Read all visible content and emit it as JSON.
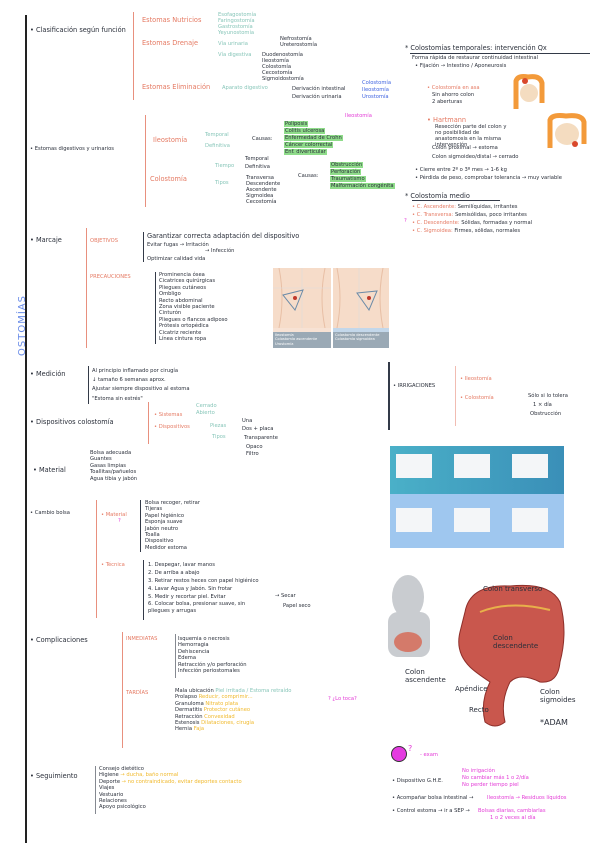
{
  "side_title": "OSTOMÍAS",
  "sections": {
    "clasificacion": {
      "title": "• Clasificación según función",
      "branches": [
        {
          "label": "Estomas Nutricios",
          "items": [
            "Esofagostomía",
            "Faringostomía",
            "Gastrostomía",
            "Yeyunostomía"
          ]
        },
        {
          "label": "Estomas Drenaje",
          "sub": [
            {
              "label": "Vía urinaria",
              "items": [
                "Nefrostomía",
                "Ureterostomía"
              ]
            },
            {
              "label": "Vía digestiva",
              "items": [
                "Duodenostomía",
                "Ileostomía",
                "Colostomía",
                "Cecostomía",
                "Sigmoidostomía"
              ]
            }
          ]
        },
        {
          "label": "Estomas Eliminación",
          "sub": [
            {
              "label": "Aparato digestivo",
              "items": [
                {
                  "label": "Derivación intestinal",
                  "items": [
                    "Colostomía",
                    "Ileostomía"
                  ]
                },
                {
                  "label": "Derivación urinaria",
                  "items": [
                    "Urostomía"
                  ]
                }
              ]
            }
          ]
        }
      ]
    },
    "estomas_tipos": {
      "title": "• Estomas digestivos y urinarios",
      "note": "Ileostomía",
      "ileostomia": {
        "label": "Ileostomía",
        "types": [
          "Temporal",
          "Definitiva"
        ],
        "causes_label": "Causas:",
        "causes": [
          "Poliposis",
          "Colitis ulcerosa",
          "Enfermedad de Crohn",
          "Cáncer colorrectal",
          "Enf. diverticular"
        ]
      },
      "colostomia": {
        "label": "Colostomía",
        "tiempo_label": "Tiempo",
        "tiempo": [
          "Temporal",
          "Definitiva"
        ],
        "tipos_label": "Tipos",
        "tipos": [
          "Transversa",
          "Descendente",
          "Ascendente",
          "Sigmoidea",
          "Cecostomía"
        ],
        "causes_label": "Causas:",
        "causes": [
          "Obstrucción",
          "Perforación",
          "Traumatismo",
          "Malformación congénita"
        ]
      }
    },
    "marcaje": {
      "title": "• Marcaje",
      "objetivos_label": "OBJETIVOS",
      "objetivos": [
        "Garantizar correcta adaptación del dispositivo",
        "Evitar fugas → Irritación",
        "→ Infección",
        "Optimizar calidad vida"
      ],
      "precauciones_label": "PRECAUCIONES",
      "precauciones": [
        "Prominencia ósea",
        "Cicatrices quirúrgicas",
        "Pliegues cutáneos",
        "Ombligo",
        "Recto abdominal",
        "Zona visible paciente",
        "Cinturón",
        "Pliegues o flancos adiposo",
        "Prótesis ortopédica",
        "Cicatriz reciente",
        "Línea cintura ropa"
      ],
      "figure_captions": [
        [
          "Ileostomía",
          "Colostomía ascendente",
          "Urostomía"
        ],
        [
          "Colostomía descendente",
          "Colostomía sigmoidea"
        ]
      ]
    },
    "medicion": {
      "title": "• Medición",
      "items": [
        "Al principio inflamado por cirugía",
        "↓ tamaño 6 semanas aprox.",
        "Ajustar siempre dispositivo al estoma",
        "\"Estoma sin estrés\""
      ]
    },
    "complicaciones_right": {
      "title": "• IRRIGACIONES",
      "items": [
        {
          "label": "• Ileostomía"
        },
        {
          "label": "• Colostomía",
          "sub": [
            "Sólo si lo tolera",
            "1 × día",
            "Obstrucción"
          ]
        }
      ]
    },
    "dispositivos": {
      "title": "• Dispositivos colostomía",
      "branches": [
        {
          "label": "• Sistemas",
          "items": [
            "Cerrado",
            "Abierto"
          ]
        },
        {
          "label": "• Dispositivos",
          "sub": [
            {
              "label": "Piezas",
              "items": [
                "Una",
                "Dos + placa"
              ]
            },
            {
              "label": "Tipos",
              "items": [
                "Transparente",
                "Opaco",
                "Filtro"
              ]
            }
          ]
        }
      ]
    },
    "material": {
      "title": "• Material",
      "items": [
        "Bolsa adecuada",
        "Guantes",
        "Gasas limpias",
        "Toallitas/pañuelos",
        "Agua tibia y jabón"
      ]
    },
    "cambio_bolsa": {
      "title": "• Cambio bolsa",
      "material_label": "• Material",
      "question_mark": "?",
      "material": [
        "Bolsa recoger, retirar",
        "Tijeras",
        "Papel higiénico",
        "Esponja suave",
        "Jabón neutro",
        "Toalla",
        "Dispositivo",
        "Medidor estoma"
      ],
      "tecnica_label": "• Técnica",
      "tecnica": [
        "1. Despegar, lavar manos",
        "2. De arriba a abajo",
        "3. Retirar restos heces con papel higiénico",
        "4. Lavar Agua y Jabón. Sin frotar",
        "5. Medir y recortar piel. Evitar",
        "6. Colocar bolsa, presionar suave, sin pliegues y arrugas"
      ],
      "tecnica_note": "→ Secar",
      "tecnica_note2": "Papel seco"
    },
    "complicaciones": {
      "title": "• Complicaciones",
      "inmediatas_label": "INMEDIATAS",
      "inmediatas": [
        "Isquemia o necrosis",
        "Hemorragia",
        "Dehiscencia",
        "Edema",
        "Retracción y/o perforación",
        "Infección periostomales"
      ],
      "tardias_label": "TARDÍAS",
      "tardias": [
        {
          "label": "Mala ubicación",
          "note": "Piel irritada / Estoma retraído"
        },
        {
          "label": "Prolapso",
          "note": "Reducir, comprimir..."
        },
        {
          "label": "Granuloma",
          "note": "Nitrato plata"
        },
        {
          "label": "Dermatitis",
          "note": "Protector cutáneo"
        },
        {
          "label": "Retracción",
          "note": "Convexidad"
        },
        {
          "label": "Estenosis",
          "note": "Dilataciones, cirugía"
        },
        {
          "label": "Hernia",
          "note": "Faja"
        }
      ],
      "side_note": "? ¿Lo toca?"
    },
    "seguimiento": {
      "title": "• Seguimiento",
      "items": [
        {
          "label": "Consejo dietético"
        },
        {
          "label": "Higiene",
          "note": "→ ducha, baño normal"
        },
        {
          "label": "Deporte",
          "note": "→ no contraindicado, evitar deportes contacto"
        },
        {
          "label": "Viajes"
        },
        {
          "label": "Vestuario"
        },
        {
          "label": "Relaciones"
        },
        {
          "label": "Apoyo psicológico"
        }
      ]
    },
    "irrigacion_box": {
      "title": "* Colostomías temporales: intervención Qx",
      "lines": [
        "Forma rápida de restaurar continuidad intestinal",
        "• Fijación → Intestino / Aponeurosis"
      ],
      "colostomia_asa": {
        "label": "• Colostomía en asa",
        "items": [
          "Sin ahorro colon",
          "2 aberturas"
        ]
      },
      "hartmann": {
        "label": "• Hartmann",
        "items": [
          "Resección parte del colon y no posibilidad de anastomosis en la misma intervención",
          "Colon proximal → estoma",
          "Colon sigmoideo/distal → cerrado"
        ]
      },
      "footer": [
        "• Cierre entre 2º o 3º mes → 1-6 kg",
        "• Pérdida de peso, comprobar tolerancia → muy variable"
      ]
    },
    "colostomia_medio": {
      "title": "* Colostomía medio",
      "items": [
        {
          "label": "• C. Ascendente:",
          "text": "Semilíquidas, irritantes"
        },
        {
          "label": "• C. Transversa:",
          "text": "Semisólidas, poco irritantes"
        },
        {
          "label": "• C. Descendente:",
          "text": "Sólidas, formadas y normal"
        },
        {
          "label": "• C. Sigmoidea:",
          "text": "Firmes, sólidas, normales"
        }
      ],
      "qmark": "?"
    },
    "anatomy_figure": {
      "labels": [
        "Colon transverso",
        "Colon descendente",
        "Colon ascendente",
        "Apéndice",
        "Colon sigmoides",
        "Recto"
      ],
      "brand": "*ADAM"
    },
    "exam_box": {
      "marker": "?",
      "label": "- exam",
      "items": [
        {
          "label": "• Dispositivo G.H.E.",
          "notes": [
            "No irrigación",
            "No cambiar más 1 o 2/día",
            "No perder tiempo piel"
          ]
        },
        {
          "label": "• Acompañar bolsa intestinal →",
          "notes": [
            "Ileostomía → Residuos líquidos"
          ]
        },
        {
          "label": "• Control estoma → ir a SEP →",
          "notes": [
            "Bolsas diarias, cambiarlas",
            "1 o 2 veces al día"
          ]
        }
      ]
    }
  }
}
